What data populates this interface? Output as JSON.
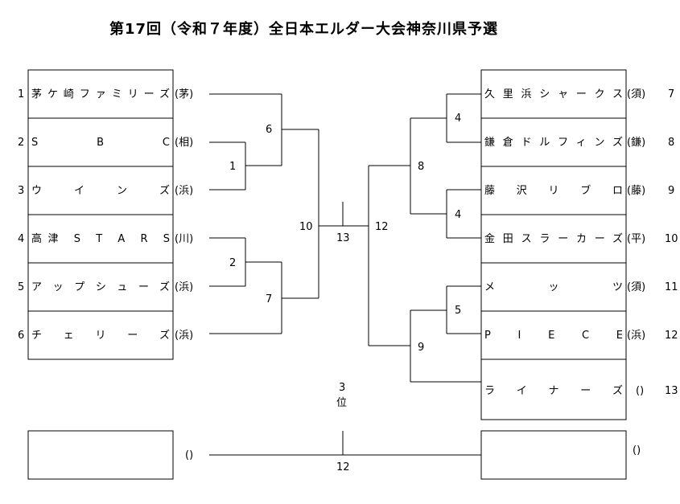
{
  "title": "第17回（令和７年度）全日本エルダー大会神奈川県予選",
  "left_teams": [
    {
      "seed": "1",
      "name": "茅ケ崎ファミリーズ",
      "area": "(茅)"
    },
    {
      "seed": "2",
      "name": "S B C",
      "area": "(相)"
    },
    {
      "seed": "3",
      "name": "ウ イ ン ズ",
      "area": "(浜)"
    },
    {
      "seed": "4",
      "name": "高津 S T A R S",
      "area": "(川)"
    },
    {
      "seed": "5",
      "name": "アップシューズ",
      "area": "(浜)"
    },
    {
      "seed": "6",
      "name": "チ ェ リ ー ズ",
      "area": "(浜)"
    }
  ],
  "right_teams": [
    {
      "seed": "7",
      "name": "久里浜シャークス",
      "area": "(須)"
    },
    {
      "seed": "8",
      "name": "鎌倉ドルフィンズ",
      "area": "(鎌)"
    },
    {
      "seed": "9",
      "name": "藤 沢 リ ブ ロ",
      "area": "(藤)"
    },
    {
      "seed": "10",
      "name": "金田スラーカーズ",
      "area": "(平)"
    },
    {
      "seed": "11",
      "name": "メ ッ ツ",
      "area": "(須)"
    },
    {
      "seed": "12",
      "name": "P I E C E",
      "area": "(浜)"
    },
    {
      "seed": "13",
      "name": "ラ イ ナ ー ズ",
      "area": "()"
    }
  ],
  "games": {
    "g1": "1",
    "g2": "2",
    "g4a": "4",
    "g4b": "4",
    "g5": "5",
    "g6": "6",
    "g7": "7",
    "g8": "8",
    "g9": "9",
    "g10": "10",
    "g12": "12",
    "g13": "13"
  },
  "third_place": {
    "label_line1": "3",
    "label_line2": "位",
    "left_area": "()",
    "right_area": "()",
    "game": "12"
  }
}
